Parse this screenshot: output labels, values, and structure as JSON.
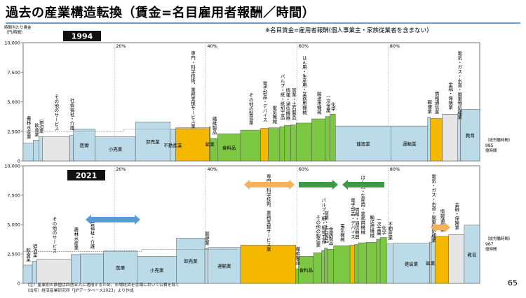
{
  "page": {
    "title": "過去の産業構造転換（賃金=名目雇用者報酬／時間）",
    "note_top": "※名目賃金=雇用者報酬(個人事業主・家族従業者を含まない)",
    "ylabel_line1": "時間当たり賃金",
    "ylabel_line2": "（円/時間）",
    "footnote_line1": "（注）産業別の数値は四捨五入に適用するため、市場経済を念頭において公費を除く",
    "footnote_line2": "（出所）経済産業研究所「JIPデータベース2023」より作成",
    "page_number": "65"
  },
  "colors": {
    "light_blue": "#bcdbe8",
    "light_gray": "#e6e6e6",
    "orange": "#f5b800",
    "green": "#7dc843",
    "arrow_orange": "#f7b05c",
    "arrow_blue": "#5b9bd5",
    "arrow_green": "#3e9a48"
  },
  "chart_data": [
    {
      "type": "bar",
      "variable_width": true,
      "title": "1994",
      "x_unit": "cumulative share of total working hours (%)",
      "x_ticks": [
        "20%",
        "40%",
        "60%",
        "80%"
      ],
      "y_ticks": [
        "0",
        "2,500",
        "5,000",
        "7,500",
        "10,000"
      ],
      "ylim": [
        0,
        10000
      ],
      "total_hours_label": "（総労働時間）",
      "total_hours_value": "985",
      "total_hours_unit": "億時間",
      "bars": [
        {
          "label": "農林水産業",
          "x0": 0.0,
          "x1": 2.2,
          "value": 1500,
          "color": "light_blue",
          "vertical": true
        },
        {
          "label": "飲食業",
          "x0": 2.2,
          "x1": 3.5,
          "value": 1750,
          "color": "light_blue",
          "vertical": true
        },
        {
          "label": "宿泊業",
          "x0": 3.5,
          "x1": 4.2,
          "value": 2050,
          "color": "light_blue",
          "vertical": true
        },
        {
          "label": "その他のサービス",
          "x0": 4.2,
          "x1": 10.2,
          "value": 2050,
          "color": "light_gray",
          "vertical": true
        },
        {
          "label": "社会福祉・介護",
          "x0": 10.2,
          "x1": 11.0,
          "value": 2150,
          "color": "light_blue",
          "vertical": true
        },
        {
          "label": "医療",
          "x0": 11.0,
          "x1": 15.8,
          "value": 2700,
          "color": "light_blue",
          "vertical": false
        },
        {
          "label": "小売業",
          "x0": 15.8,
          "x1": 24.6,
          "value": 2050,
          "color": "light_blue",
          "vertical": false
        },
        {
          "label": "卸売業",
          "x0": 24.6,
          "x1": 32.2,
          "value": 3300,
          "color": "light_blue",
          "vertical": false
        },
        {
          "label": "不動産業",
          "x0": 32.2,
          "x1": 33.4,
          "value": 2700,
          "color": "light_blue",
          "vertical": false
        },
        {
          "label": "専門・科学技術、業務支援サービス業",
          "x0": 33.4,
          "x1": 40.8,
          "value": 2800,
          "color": "orange",
          "vertical": true
        },
        {
          "label": "鉱業",
          "x0": 40.8,
          "x1": 41.0,
          "value": 2900,
          "color": "green",
          "vertical": false
        },
        {
          "label": "繊維製品",
          "x0": 41.0,
          "x1": 42.6,
          "value": 1900,
          "color": "green",
          "vertical": true
        },
        {
          "label": "食料品",
          "x0": 42.6,
          "x1": 47.6,
          "value": 2300,
          "color": "green",
          "vertical": false
        },
        {
          "label": "その他の製造業",
          "x0": 47.6,
          "x1": 52.0,
          "value": 2600,
          "color": "green",
          "vertical": true
        },
        {
          "label": "電子部品・デバイス",
          "x0": 52.0,
          "x1": 53.7,
          "value": 2750,
          "color": "orange",
          "vertical": true
        },
        {
          "label": "電気機械",
          "x0": 53.7,
          "x1": 56.2,
          "value": 2800,
          "color": "green",
          "vertical": true
        },
        {
          "label": "パルプ・紙・紙加工品",
          "x0": 56.2,
          "x1": 57.2,
          "value": 2900,
          "color": "green",
          "vertical": true
        },
        {
          "label": "情報・通信機器",
          "x0": 57.2,
          "x1": 58.6,
          "value": 3000,
          "color": "green",
          "vertical": true
        },
        {
          "label": "窯業・土石製品",
          "x0": 58.6,
          "x1": 59.8,
          "value": 3050,
          "color": "green",
          "vertical": true
        },
        {
          "label": "はん用・生産用・業務用機械",
          "x0": 59.8,
          "x1": 63.2,
          "value": 3200,
          "color": "green",
          "vertical": true
        },
        {
          "label": "輸送用機械",
          "x0": 63.2,
          "x1": 66.2,
          "value": 3550,
          "color": "green",
          "vertical": true
        },
        {
          "label": "一次金属",
          "x0": 66.2,
          "x1": 67.2,
          "value": 3750,
          "color": "green",
          "vertical": true
        },
        {
          "label": "化学",
          "x0": 67.2,
          "x1": 68.4,
          "value": 3950,
          "color": "green",
          "vertical": true
        },
        {
          "label": "建設業",
          "x0": 68.4,
          "x1": 80.6,
          "value": 2950,
          "color": "light_blue",
          "vertical": false
        },
        {
          "label": "運輸業",
          "x0": 80.6,
          "x1": 88.6,
          "value": 2950,
          "color": "light_blue",
          "vertical": false
        },
        {
          "label": "郵便業",
          "x0": 88.6,
          "x1": 89.2,
          "value": 3700,
          "color": "light_blue",
          "vertical": true
        },
        {
          "label": "情報通信業",
          "x0": 89.2,
          "x1": 91.8,
          "value": 3600,
          "color": "orange",
          "vertical": true
        },
        {
          "label": "金融・保険業",
          "x0": 91.8,
          "x1": 95.2,
          "value": 3950,
          "color": "light_gray",
          "vertical": true
        },
        {
          "label": "電気・ガス・水道・廃棄物処理業",
          "x0": 95.2,
          "x1": 95.8,
          "value": 4050,
          "color": "light_blue",
          "vertical": true
        },
        {
          "label": "教育",
          "x0": 95.8,
          "x1": 100.0,
          "value": 4350,
          "color": "light_blue",
          "vertical": false
        }
      ]
    },
    {
      "type": "bar",
      "variable_width": true,
      "title": "2021",
      "x_unit": "cumulative share of total working hours (%)",
      "x_ticks": [
        "20%",
        "40%",
        "60%",
        "80%"
      ],
      "y_ticks": [
        "0",
        "2,500",
        "5,000",
        "7,500",
        "10,000"
      ],
      "ylim": [
        0,
        10000
      ],
      "total_hours_label": "（総労働時間）",
      "total_hours_value": "967",
      "total_hours_unit": "億時間",
      "bars": [
        {
          "label": "飲食業",
          "x0": 0.0,
          "x1": 2.0,
          "value": 1550,
          "color": "light_blue",
          "vertical": true
        },
        {
          "label": "宿泊業",
          "x0": 2.0,
          "x1": 3.0,
          "value": 1900,
          "color": "light_blue",
          "vertical": true
        },
        {
          "label": "その他のサービス",
          "x0": 3.0,
          "x1": 10.5,
          "value": 2050,
          "color": "light_gray",
          "vertical": true
        },
        {
          "label": "農林水産業",
          "x0": 10.5,
          "x1": 12.5,
          "value": 2450,
          "color": "light_blue",
          "vertical": true
        },
        {
          "label": "社会福祉・介護",
          "x0": 12.5,
          "x1": 17.6,
          "value": 2500,
          "color": "light_blue",
          "vertical": true
        },
        {
          "label": "医療",
          "x0": 17.6,
          "x1": 25.0,
          "value": 2750,
          "color": "light_blue",
          "vertical": false
        },
        {
          "label": "小売業",
          "x0": 25.0,
          "x1": 33.6,
          "value": 2300,
          "color": "light_blue",
          "vertical": false
        },
        {
          "label": "卸売業",
          "x0": 33.6,
          "x1": 39.8,
          "value": 3850,
          "color": "light_blue",
          "vertical": false
        },
        {
          "label": "郵便業",
          "x0": 39.8,
          "x1": 40.5,
          "value": 2950,
          "color": "light_blue",
          "vertical": true
        },
        {
          "label": "運輸業",
          "x0": 40.5,
          "x1": 47.6,
          "value": 3050,
          "color": "light_blue",
          "vertical": false
        },
        {
          "label": "専門・科学技術、業務支援サービス業",
          "x0": 47.6,
          "x1": 59.7,
          "value": 3250,
          "color": "orange",
          "vertical": true
        },
        {
          "label": "繊維製品",
          "x0": 59.7,
          "x1": 60.3,
          "value": 1250,
          "color": "green",
          "vertical": true
        },
        {
          "label": "食料品",
          "x0": 60.3,
          "x1": 63.6,
          "value": 2300,
          "color": "green",
          "vertical": false
        },
        {
          "label": "その他の製造業",
          "x0": 63.6,
          "x1": 65.4,
          "value": 2600,
          "color": "green",
          "vertical": true
        },
        {
          "label": "パルプ・紙・紙加工品",
          "x0": 65.4,
          "x1": 66.0,
          "value": 2800,
          "color": "green",
          "vertical": true
        },
        {
          "label": "窯業・土石製品",
          "x0": 66.0,
          "x1": 66.6,
          "value": 3000,
          "color": "green",
          "vertical": true
        },
        {
          "label": "金属製品",
          "x0": 66.6,
          "x1": 68.0,
          "value": 2900,
          "color": "green",
          "vertical": true
        },
        {
          "label": "電気機械",
          "x0": 68.0,
          "x1": 71.6,
          "value": 3200,
          "color": "green",
          "vertical": true
        },
        {
          "label": "電子部品・デバイス",
          "x0": 71.6,
          "x1": 72.6,
          "value": 3250,
          "color": "orange",
          "vertical": true
        },
        {
          "label": "情報・通信機器",
          "x0": 72.6,
          "x1": 73.4,
          "value": 3300,
          "color": "green",
          "vertical": true
        },
        {
          "label": "はん用・生産用・業務用機械",
          "x0": 73.4,
          "x1": 75.2,
          "value": 3450,
          "color": "green",
          "vertical": true
        },
        {
          "label": "輸送用機械",
          "x0": 75.2,
          "x1": 77.4,
          "value": 3500,
          "color": "green",
          "vertical": true
        },
        {
          "label": "一次金属",
          "x0": 77.4,
          "x1": 78.2,
          "value": 3750,
          "color": "green",
          "vertical": true
        },
        {
          "label": "化学",
          "x0": 78.2,
          "x1": 79.6,
          "value": 3900,
          "color": "green",
          "vertical": true
        },
        {
          "label": "不動産業",
          "x0": 79.6,
          "x1": 81.0,
          "value": 3350,
          "color": "light_blue",
          "vertical": true
        },
        {
          "label": "建設業",
          "x0": 81.0,
          "x1": 89.0,
          "value": 3400,
          "color": "light_blue",
          "vertical": false
        },
        {
          "label": "鉱業",
          "x0": 89.0,
          "x1": 89.4,
          "value": 3500,
          "color": "light_blue",
          "vertical": false
        },
        {
          "label": "電気・ガス・水道・廃棄物処理業",
          "x0": 89.4,
          "x1": 90.2,
          "value": 4000,
          "color": "light_blue",
          "vertical": true
        },
        {
          "label": "情報通信業",
          "x0": 90.2,
          "x1": 93.2,
          "value": 4000,
          "color": "orange",
          "vertical": true
        },
        {
          "label": "金融・保険業",
          "x0": 93.2,
          "x1": 96.6,
          "value": 4150,
          "color": "light_gray",
          "vertical": true
        },
        {
          "label": "教育",
          "x0": 96.6,
          "x1": 100.0,
          "value": 4950,
          "color": "light_blue",
          "vertical": false
        }
      ]
    }
  ]
}
